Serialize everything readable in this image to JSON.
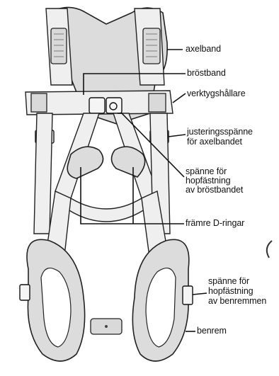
{
  "labels": {
    "axelband": "axelband",
    "brostband": "bröstband",
    "verktygshallare": "verktygshållare",
    "justering_line1": "justeringsspänne",
    "justering_line2": "för axelbandet",
    "bröst_spanne_line1": "spänne för",
    "bröst_spanne_line2": "hopfästning",
    "bröst_spanne_line3": "av bröstbandet",
    "d_ringar": "främre D-ringar",
    "ben_spanne_line1": "spänne för",
    "ben_spanne_line2": "hopfästning",
    "ben_spanne_line3": "av benremmen",
    "benrem": "benrem"
  },
  "colors": {
    "line": "#111111",
    "strap_fill": "#efefef",
    "pad_fill": "#dcdcdc"
  }
}
